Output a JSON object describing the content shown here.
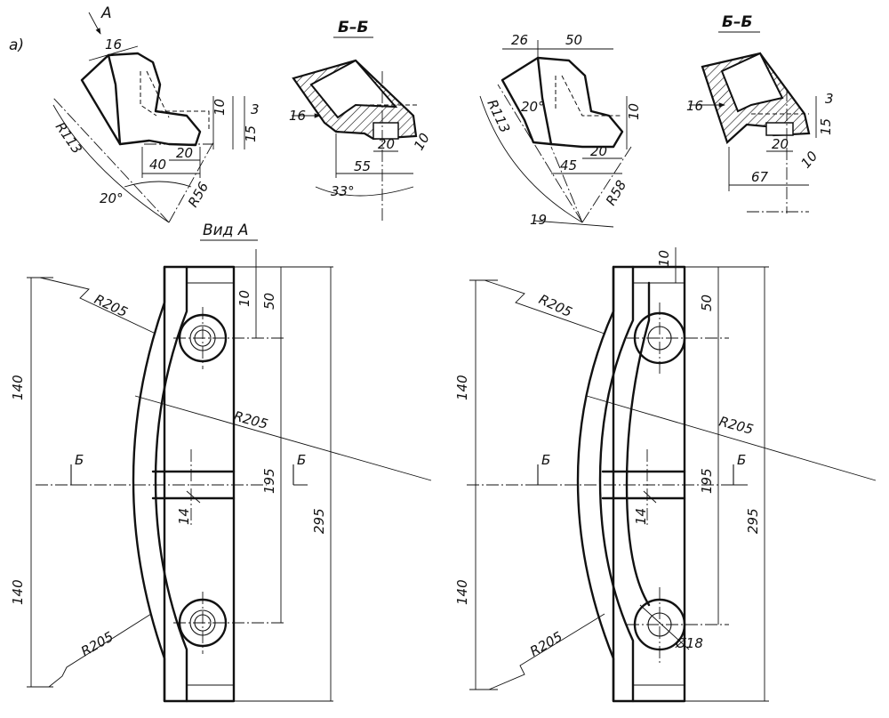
{
  "figure": {
    "label": "а)",
    "view_arrow_letter": "А",
    "view_a_title": "Вид А",
    "section_title": "Б–Б",
    "section_mark": "Б"
  },
  "top_views": {
    "left": {
      "dims": [
        "16",
        "R113",
        "20°",
        "40",
        "20",
        "R56",
        "10",
        "3",
        "15"
      ]
    },
    "left_section": {
      "dims": [
        "16",
        "20",
        "10",
        "55",
        "33°"
      ]
    },
    "right": {
      "dims": [
        "26",
        "50",
        "R113",
        "20°",
        "45",
        "20",
        "R58",
        "19",
        "10"
      ]
    },
    "right_section": {
      "dims": [
        "16",
        "3",
        "15",
        "20",
        "10",
        "67"
      ]
    }
  },
  "bottom_views": {
    "left": {
      "dims": [
        "R205",
        "R205",
        "R205",
        "140",
        "140",
        "10",
        "50",
        "14",
        "195",
        "295"
      ]
    },
    "right": {
      "dims": [
        "R205",
        "R205",
        "R205",
        "140",
        "140",
        "10",
        "50",
        "14",
        "195",
        "295",
        "Ø18"
      ]
    }
  }
}
